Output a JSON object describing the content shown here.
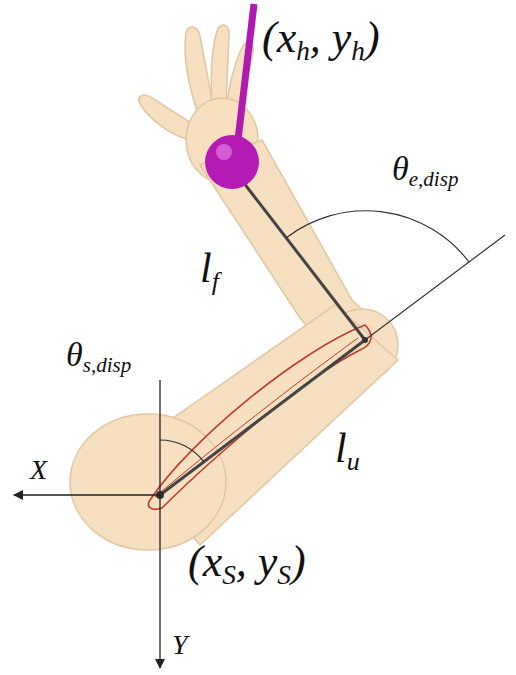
{
  "diagram": {
    "labels": [
      "(xh, yh)",
      "θe,disp",
      "lf",
      "θs,disp",
      "X",
      "lu",
      "(xS, yS)",
      "Y"
    ]
  }
}
